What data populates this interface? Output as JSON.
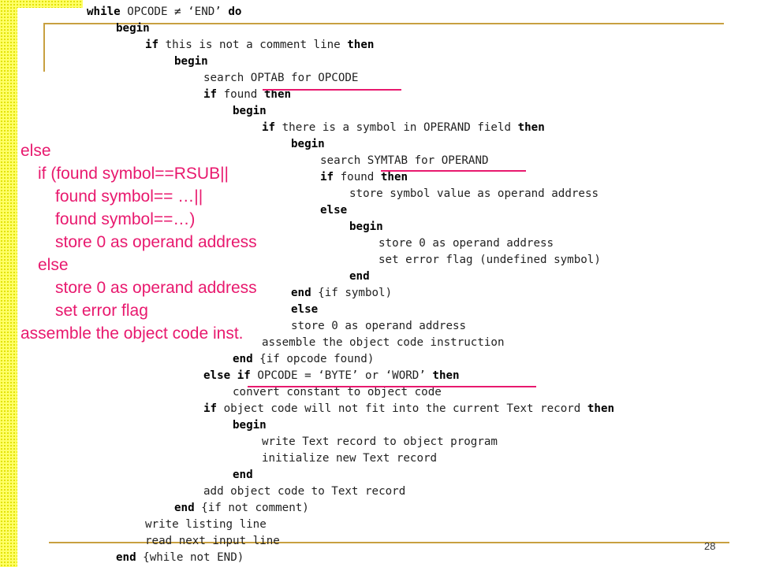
{
  "slide": {
    "page_number": "28",
    "accent_color": "#e8196e",
    "rule_color": "#c8a040",
    "strip_color": "#ffff66"
  },
  "code": [
    {
      "indent": 0,
      "parts": [
        {
          "t": "while",
          "b": true
        },
        {
          "t": " OPCODE ≠ ‘END’ "
        },
        {
          "t": "do",
          "b": true
        }
      ]
    },
    {
      "indent": 1,
      "parts": [
        {
          "t": "begin",
          "b": true
        }
      ]
    },
    {
      "indent": 2,
      "parts": [
        {
          "t": "if",
          "b": true
        },
        {
          "t": " this is not a comment line "
        },
        {
          "t": "then",
          "b": true
        }
      ]
    },
    {
      "indent": 3,
      "parts": [
        {
          "t": "begin",
          "b": true
        }
      ]
    },
    {
      "indent": 4,
      "parts": [
        {
          "t": "search OPTAB for OPCODE"
        }
      ]
    },
    {
      "indent": 4,
      "parts": [
        {
          "t": "if",
          "b": true
        },
        {
          "t": " found "
        },
        {
          "t": "then",
          "b": true
        }
      ]
    },
    {
      "indent": 5,
      "parts": [
        {
          "t": "begin",
          "b": true
        }
      ]
    },
    {
      "indent": 6,
      "parts": [
        {
          "t": "if",
          "b": true
        },
        {
          "t": " there is a symbol in OPERAND field "
        },
        {
          "t": "then",
          "b": true
        }
      ]
    },
    {
      "indent": 7,
      "parts": [
        {
          "t": "begin",
          "b": true
        }
      ]
    },
    {
      "indent": 8,
      "parts": [
        {
          "t": "search SYMTAB for OPERAND"
        }
      ]
    },
    {
      "indent": 8,
      "parts": [
        {
          "t": "if",
          "b": true
        },
        {
          "t": " found "
        },
        {
          "t": "then",
          "b": true
        }
      ]
    },
    {
      "indent": 9,
      "parts": [
        {
          "t": "store symbol value as operand address"
        }
      ]
    },
    {
      "indent": 8,
      "parts": [
        {
          "t": "else",
          "b": true
        }
      ]
    },
    {
      "indent": 9,
      "parts": [
        {
          "t": "begin",
          "b": true
        }
      ]
    },
    {
      "indent": 10,
      "parts": [
        {
          "t": "store 0 as operand address"
        }
      ]
    },
    {
      "indent": 10,
      "parts": [
        {
          "t": "set error flag (undefined symbol)"
        }
      ]
    },
    {
      "indent": 9,
      "parts": [
        {
          "t": "end",
          "b": true
        }
      ]
    },
    {
      "indent": 7,
      "parts": [
        {
          "t": "end",
          "b": true
        },
        {
          "t": " {if symbol)"
        }
      ]
    },
    {
      "indent": 7,
      "parts": [
        {
          "t": "else",
          "b": true
        }
      ]
    },
    {
      "indent": 7,
      "parts": [
        {
          "t": "store 0 as operand address"
        }
      ]
    },
    {
      "indent": 6,
      "parts": [
        {
          "t": "assemble the object code instruction"
        }
      ]
    },
    {
      "indent": 5,
      "parts": [
        {
          "t": "end",
          "b": true
        },
        {
          "t": " {if opcode found)"
        }
      ]
    },
    {
      "indent": 4,
      "parts": [
        {
          "t": "else if",
          "b": true
        },
        {
          "t": " OPCODE = ‘BYTE’ or ‘WORD’ "
        },
        {
          "t": "then",
          "b": true
        }
      ]
    },
    {
      "indent": 5,
      "parts": [
        {
          "t": "convert constant to object code"
        }
      ]
    },
    {
      "indent": 4,
      "parts": [
        {
          "t": "if",
          "b": true
        },
        {
          "t": " object code will not fit into the current Text record "
        },
        {
          "t": "then",
          "b": true
        }
      ]
    },
    {
      "indent": 5,
      "parts": [
        {
          "t": "begin",
          "b": true
        }
      ]
    },
    {
      "indent": 6,
      "parts": [
        {
          "t": "write Text record to object program"
        }
      ]
    },
    {
      "indent": 6,
      "parts": [
        {
          "t": "initialize new Text record"
        }
      ]
    },
    {
      "indent": 5,
      "parts": [
        {
          "t": "end",
          "b": true
        }
      ]
    },
    {
      "indent": 4,
      "parts": [
        {
          "t": "add object code to Text record"
        }
      ]
    },
    {
      "indent": 3,
      "parts": [
        {
          "t": "end",
          "b": true
        },
        {
          "t": " {if not comment)"
        }
      ]
    },
    {
      "indent": 2,
      "parts": [
        {
          "t": "write listing line"
        }
      ]
    },
    {
      "indent": 2,
      "parts": [
        {
          "t": "read next input line"
        }
      ]
    },
    {
      "indent": 1,
      "parts": [
        {
          "t": "end",
          "b": true
        },
        {
          "t": " {while not END)"
        }
      ]
    }
  ],
  "notes": [
    {
      "text": "else",
      "indent": 0
    },
    {
      "text": "if (found symbol==RSUB||",
      "indent": 1
    },
    {
      "text": "found symbol== …||",
      "indent": 2
    },
    {
      "text": "found symbol==…)",
      "indent": 2
    },
    {
      "text": "store 0 as operand address",
      "indent": 2
    },
    {
      "text": "else",
      "indent": 1
    },
    {
      "text": "store 0 as operand address",
      "indent": 2
    },
    {
      "text": "set error flag",
      "indent": 2
    },
    {
      "text": "assemble the object code inst.",
      "indent": 0
    }
  ]
}
